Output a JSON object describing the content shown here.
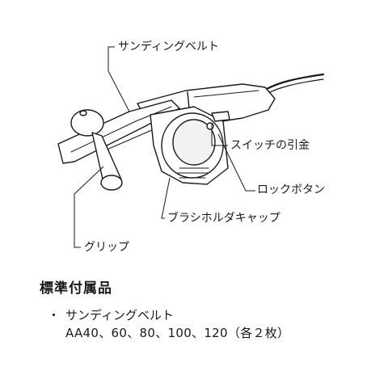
{
  "callouts": {
    "sanding_belt": "サンディングベルト",
    "switch_trigger": "スイッチの引金",
    "lock_button": "ロックボタン",
    "brush_holder_cap": "ブラシホルダキャップ",
    "grip": "グリップ"
  },
  "accessories": {
    "title": "標準付属品",
    "items": [
      {
        "bullet": "・",
        "name": "サンディングベルト",
        "detail": "AA40、60、80、100、120（各２枚）"
      }
    ]
  }
}
